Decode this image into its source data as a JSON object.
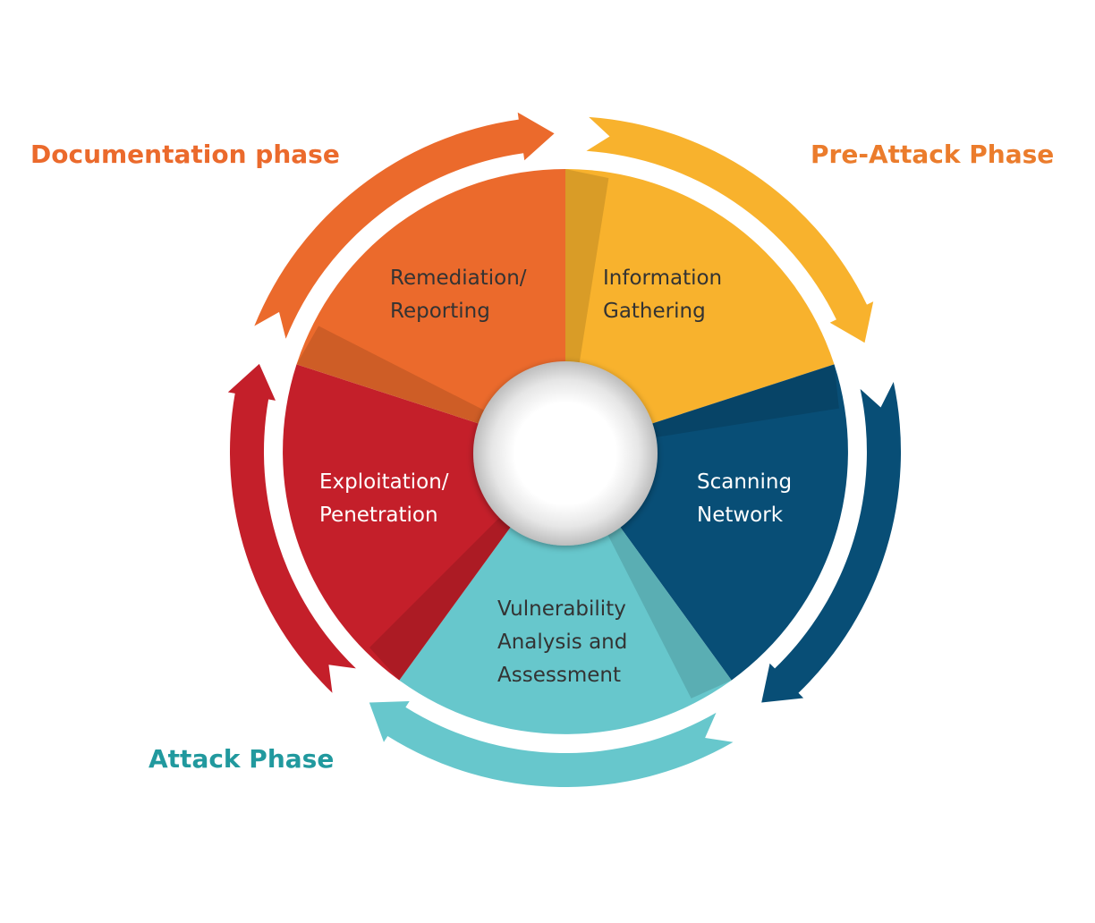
{
  "phases": {
    "documentation": {
      "label": "Documentation phase",
      "color": "#EB6A2C"
    },
    "pre_attack": {
      "label": "Pre-Attack Phase",
      "color": "#EB7C2C"
    },
    "attack": {
      "label": "Attack Phase",
      "color": "#21999E"
    }
  },
  "segments": [
    {
      "lines": [
        "Information",
        "Gathering"
      ],
      "color": "#F8B22D",
      "text_color": "#333333"
    },
    {
      "lines": [
        "Scanning",
        "Network"
      ],
      "color": "#084E76",
      "text_color": "#FFFFFF"
    },
    {
      "lines": [
        "Vulnerability",
        "Analysis and",
        "Assessment"
      ],
      "color": "#67C7CC",
      "text_color": "#333333"
    },
    {
      "lines": [
        "Exploitation/",
        "Penetration"
      ],
      "color": "#C41F2A",
      "text_color": "#FFFFFF"
    },
    {
      "lines": [
        "Remediation/",
        "Reporting"
      ],
      "color": "#EB6A2C",
      "text_color": "#333333"
    }
  ],
  "arrows": [
    {
      "name": "pre-attack-arrow",
      "color": "#F8B22D"
    },
    {
      "name": "scanning-arrow",
      "color": "#084E76"
    },
    {
      "name": "attack-arrow",
      "color": "#67C7CC"
    },
    {
      "name": "exploitation-arrow",
      "color": "#C41F2A"
    },
    {
      "name": "documentation-arrow",
      "color": "#EB6A2C"
    }
  ],
  "colors": {
    "ring_white": "#FFFFFF",
    "hub_gradient_outer": "#C9C9C9",
    "hub_gradient_inner": "#FFFFFF"
  }
}
